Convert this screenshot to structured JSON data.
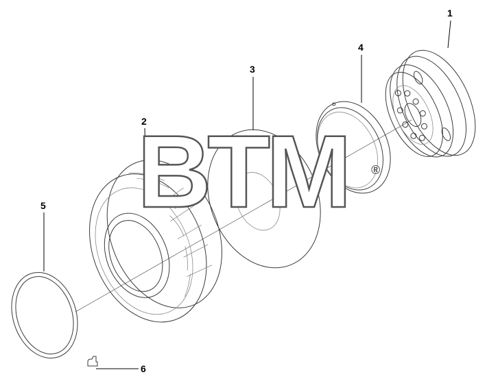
{
  "callouts": [
    {
      "id": "1",
      "label": "1"
    },
    {
      "id": "2",
      "label": "2"
    },
    {
      "id": "3",
      "label": "3"
    },
    {
      "id": "4",
      "label": "4"
    },
    {
      "id": "5",
      "label": "5"
    },
    {
      "id": "6",
      "label": "6"
    }
  ],
  "watermark": {
    "text": "BTM",
    "registered_mark": "®"
  },
  "colors": {
    "line": "#3a3a3a",
    "background": "#ffffff"
  }
}
